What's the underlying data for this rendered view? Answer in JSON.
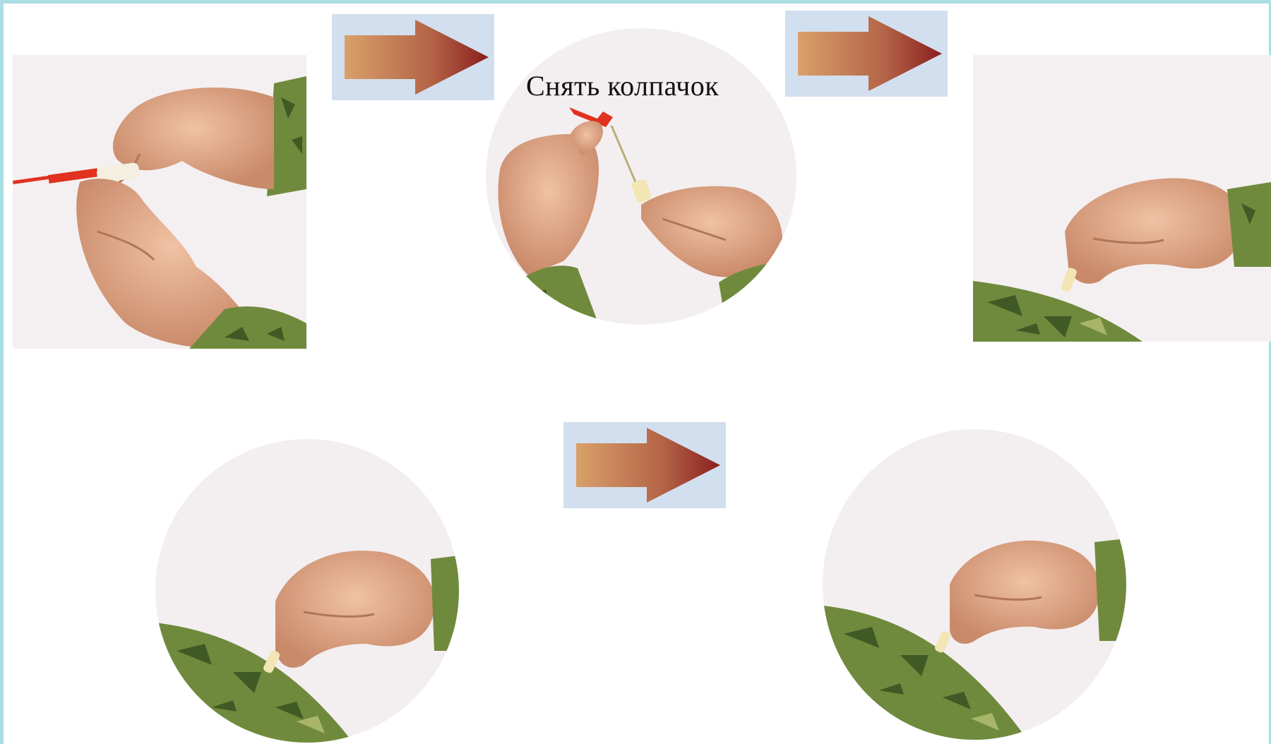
{
  "caption": "Снять колпачок",
  "steps": [
    {
      "name": "step-1-hold-syringe"
    },
    {
      "name": "step-2-remove-cap"
    },
    {
      "name": "step-3-insert-needle"
    },
    {
      "name": "step-4-inject"
    },
    {
      "name": "step-5-withdraw"
    }
  ],
  "colors": {
    "frame": "#a9dfe3",
    "arrow_panel": "#d2dfee",
    "arrow_start": "#d9a06a",
    "arrow_end": "#8a1e1e",
    "skin": "#e7b091",
    "camo_green": "#6f8a3c",
    "cap_red": "#e0321e"
  },
  "icons": [
    "arrow-right-icon"
  ]
}
